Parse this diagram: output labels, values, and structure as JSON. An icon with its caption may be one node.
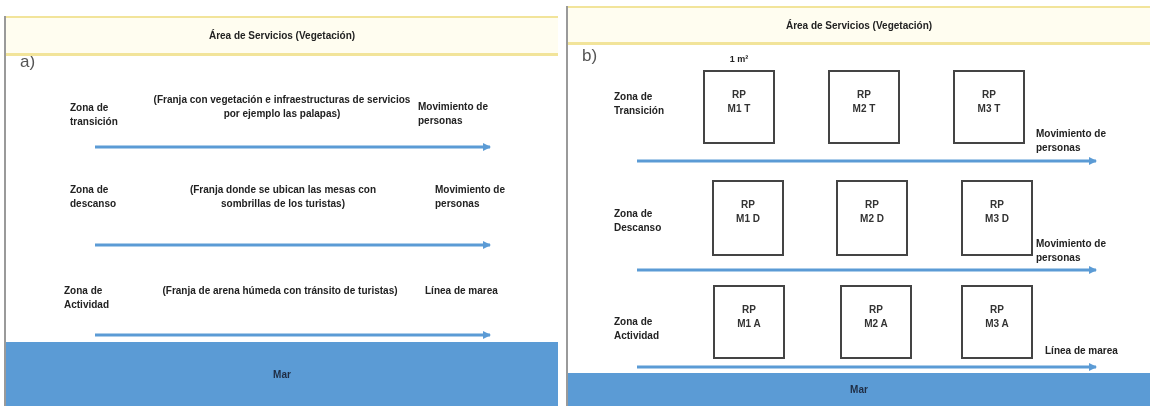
{
  "diagram": {
    "nodes": [
      {
        "text": [
          "a)"
        ]
      },
      {
        "text": [
          "Área de Servicios (Vegetación)"
        ],
        "in": 0
      },
      {
        "text": [
          "Mar"
        ],
        "in": 0
      },
      {
        "text": [
          "b)"
        ]
      },
      {
        "text": [
          "Área de Servicios (Vegetación)"
        ],
        "in": 3
      },
      {
        "text": [
          "RP M1 T"
        ],
        "in": 3,
        "beside": [
          "1 m²"
        ]
      },
      {
        "text": [
          "RP M2 T"
        ],
        "in": 3
      },
      {
        "text": [
          "RP M3 T"
        ],
        "in": 3
      },
      {
        "text": [
          "RP M1 D"
        ],
        "in": 3
      },
      {
        "text": [
          "RP M2 D"
        ],
        "in": 3
      },
      {
        "text": [
          "RP M3 D"
        ],
        "in": 3
      },
      {
        "text": [
          "RP M1 A"
        ],
        "in": 3
      },
      {
        "text": [
          "RP M2 A"
        ],
        "in": 3
      },
      {
        "text": [
          "RP M3 A"
        ],
        "in": 3
      },
      {
        "text": [
          "Mar"
        ],
        "in": 3
      }
    ],
    "edges": [],
    "labels": [
      "Zona de transición",
      "(Franja con vegetación e infraestructuras de servicios por ejemplo las palapas)",
      "Movimiento de personas",
      "Zona de descanso",
      "(Franja donde se ubican las mesas con sombrillas de los turistas)",
      "Movimiento de personas",
      "Zona de Actividad",
      "(Franja de arena húmeda con tránsito de turistas)",
      "Línea de marea",
      "Zona de Transición",
      "Movimiento de personas",
      "Zona de Descanso",
      "Movimiento de personas",
      "Zona de Actividad",
      "Línea de marea"
    ]
  }
}
